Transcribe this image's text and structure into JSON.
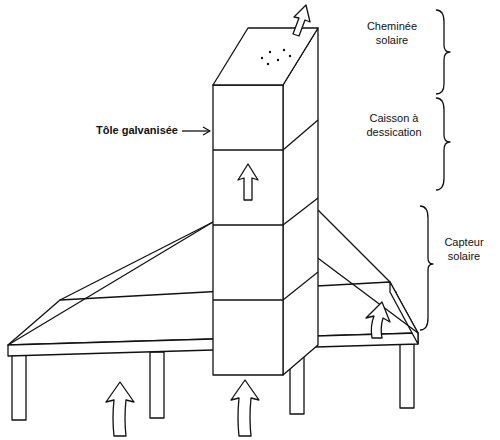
{
  "diagram": {
    "labels": [
      "Cheminée solaire",
      "Tôle galvanisée",
      "Caisson à dessication",
      "Capteur solaire"
    ]
  }
}
